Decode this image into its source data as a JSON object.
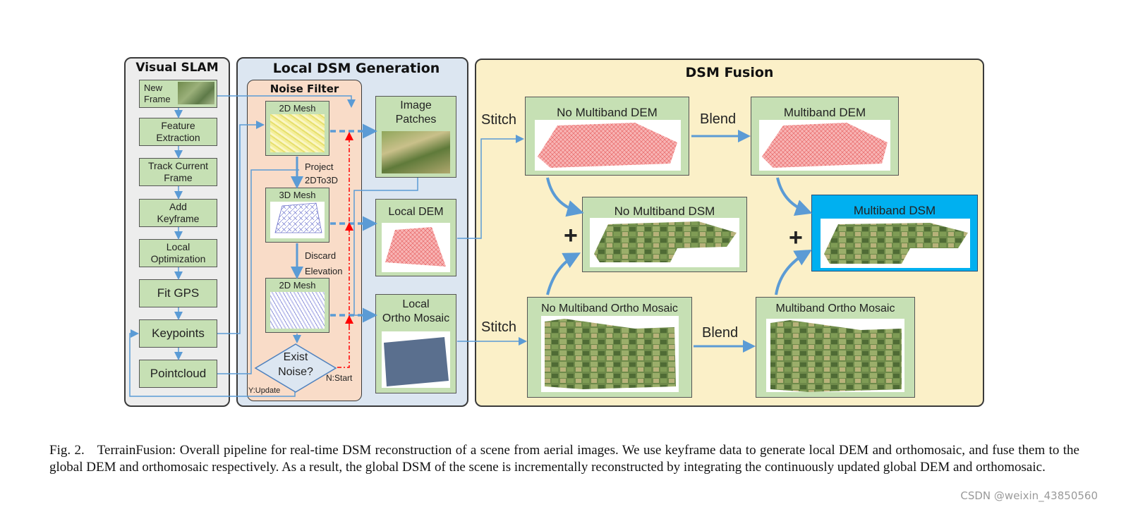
{
  "panels": {
    "visual_slam": "Visual SLAM",
    "local_dsm": "Local DSM Generation",
    "noise_filter": "Noise Filter",
    "dsm_fusion": "DSM Fusion"
  },
  "slam_steps": {
    "new_frame": "New\nFrame",
    "feature_extraction": "Feature\nExtraction",
    "track_current_frame": "Track Current\nFrame",
    "add_keyframe": "Add\nKeyframe",
    "local_optimization": "Local\nOptimization",
    "fit_gps": "Fit GPS",
    "keypoints": "Keypoints",
    "pointcloud": "Pointcloud"
  },
  "noise_filter": {
    "mesh_2d_a": "2D Mesh",
    "project": "Project\n2DTo3D",
    "mesh_3d": "3D Mesh",
    "discard": "Discard\nElevation",
    "mesh_2d_b": "2D Mesh",
    "exist_noise": "Exist\nNoise?",
    "n_start": "N:Start",
    "y_update": "Y:Update"
  },
  "local_outputs": {
    "image_patches": "Image\nPatches",
    "local_dem": "Local DEM",
    "local_ortho": "Local\nOrtho Mosaic"
  },
  "fusion": {
    "stitch_top": "Stitch",
    "stitch_bottom": "Stitch",
    "blend_top": "Blend",
    "blend_bottom": "Blend",
    "no_multiband_dem": "No Multiband DEM",
    "multiband_dem": "Multiband DEM",
    "no_multiband_dsm": "No Multiband DSM",
    "multiband_dsm": "Multiband DSM",
    "no_multiband_ortho": "No Multiband Ortho Mosaic",
    "multiband_ortho": "Multiband Ortho Mosaic",
    "plus_left": "+",
    "plus_right": "+"
  },
  "caption": {
    "label": "Fig. 2.",
    "text": "TerrainFusion: Overall pipeline for real-time DSM reconstruction of a scene from aerial images. We use keyframe data to generate local DEM and orthomosaic, and fuse them to the global DEM and orthomosaic respectively. As a result, the global DSM of the scene is incrementally reconstructed by integrating the continuously updated global DEM and orthomosaic."
  },
  "watermark": "CSDN @weixin_43850560",
  "colors": {
    "slam_bg": "#ededed",
    "local_bg": "#dce6f1",
    "noise_bg": "#f9dcc8",
    "fusion_bg": "#fbf0c8",
    "box_green": "#c6e0b4",
    "arrow_blue": "#5b9bd5",
    "multiband_dsm_bg": "#00b0f0",
    "dashed_red": "#ff0000"
  }
}
